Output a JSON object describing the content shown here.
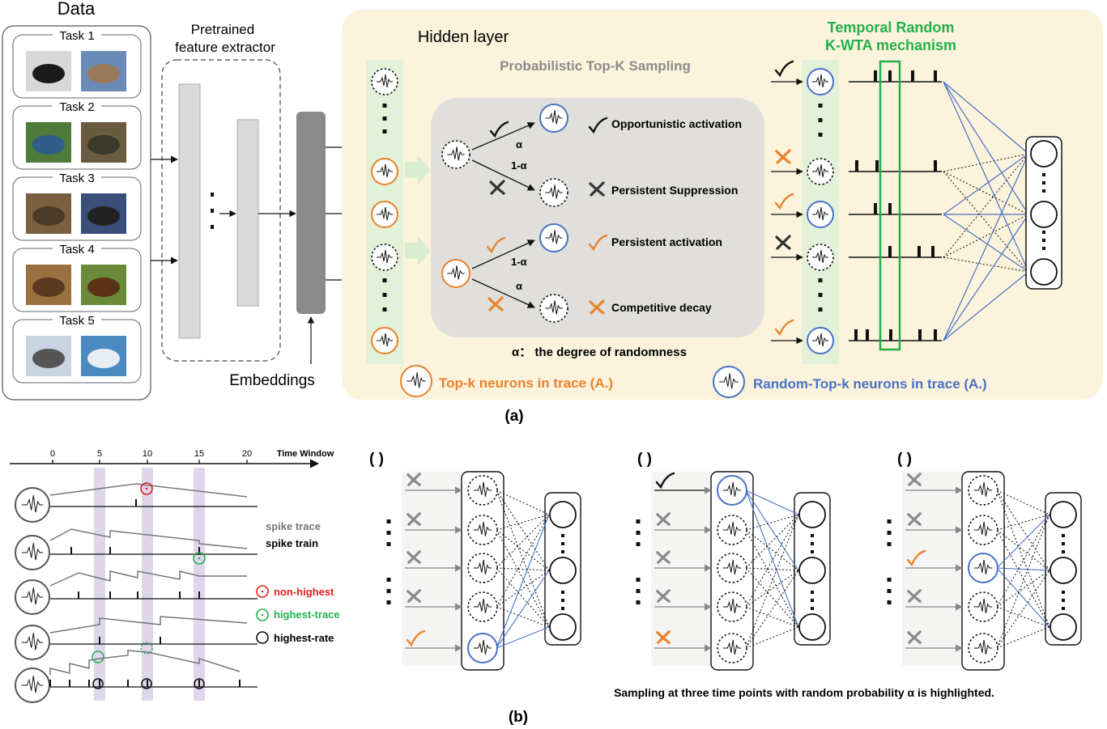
{
  "part_a": {
    "data_title": "Data",
    "tasks": [
      "Task 1",
      "Task 2",
      "Task 3",
      "Task 4",
      "Task 5"
    ],
    "extractor_label_1": "Pretrained",
    "extractor_label_2": "feature extractor",
    "embeddings_label": "Embeddings",
    "hidden_title": "Hidden layer",
    "sampling_title": "Probabilistic Top-K Sampling",
    "kwta_title_1": "Temporal Random",
    "kwta_title_2": "K-WTA mechanism",
    "outcomes": [
      "Opportunistic activation",
      "Persistent Suppression",
      "Persistent activation",
      "Competitive decay"
    ],
    "alpha": "α",
    "one_minus_alpha": "1-α",
    "alpha_def": "α： the degree of randomness",
    "legend_topk": "Top-k neurons in trace (A.)",
    "legend_random": "Random-Top-k neurons in trace (A.)",
    "caption": "(a)",
    "colors": {
      "orange": "#e8822e",
      "blue": "#4a72c4",
      "green": "#22b04b",
      "cream": "#fbf3dc"
    }
  },
  "part_b": {
    "time_label": "Time Window",
    "ticks": [
      "0",
      "5",
      "10",
      "15",
      "20"
    ],
    "spike_trace": "spike trace",
    "spike_train": "spike train",
    "legend_non_highest": "non-highest",
    "legend_highest_trace": "highest-trace",
    "legend_highest_rate": "highest-rate",
    "panel_label": "( )",
    "sampling_caption": "Sampling at three time points with random probability α is highlighted.",
    "caption": "(b)",
    "colors": {
      "red": "#e02020",
      "green": "#22b04b",
      "purple": "#d9cfe8"
    }
  }
}
